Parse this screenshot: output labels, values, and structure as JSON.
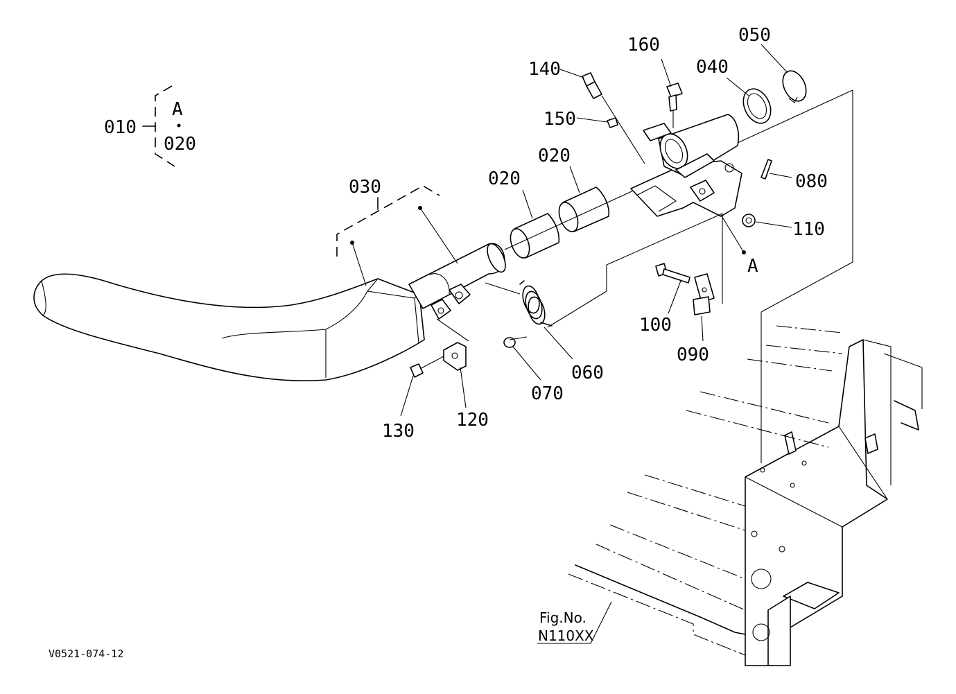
{
  "labels": {
    "p010": "010",
    "p020_group": "020",
    "group_a": "A",
    "p020a": "020",
    "p020b": "020",
    "p030": "030",
    "p040": "040",
    "p050": "050",
    "p060": "060",
    "p070": "070",
    "p080": "080",
    "p090": "090",
    "p100": "100",
    "p110": "110",
    "p120": "120",
    "p130": "130",
    "p140": "140",
    "p150": "150",
    "p160": "160",
    "ref_a": "A"
  },
  "figure": {
    "fig_no_label": "Fig.No.",
    "fig_no_value": "N110XX",
    "drawing_code": "V0521-074-12"
  }
}
